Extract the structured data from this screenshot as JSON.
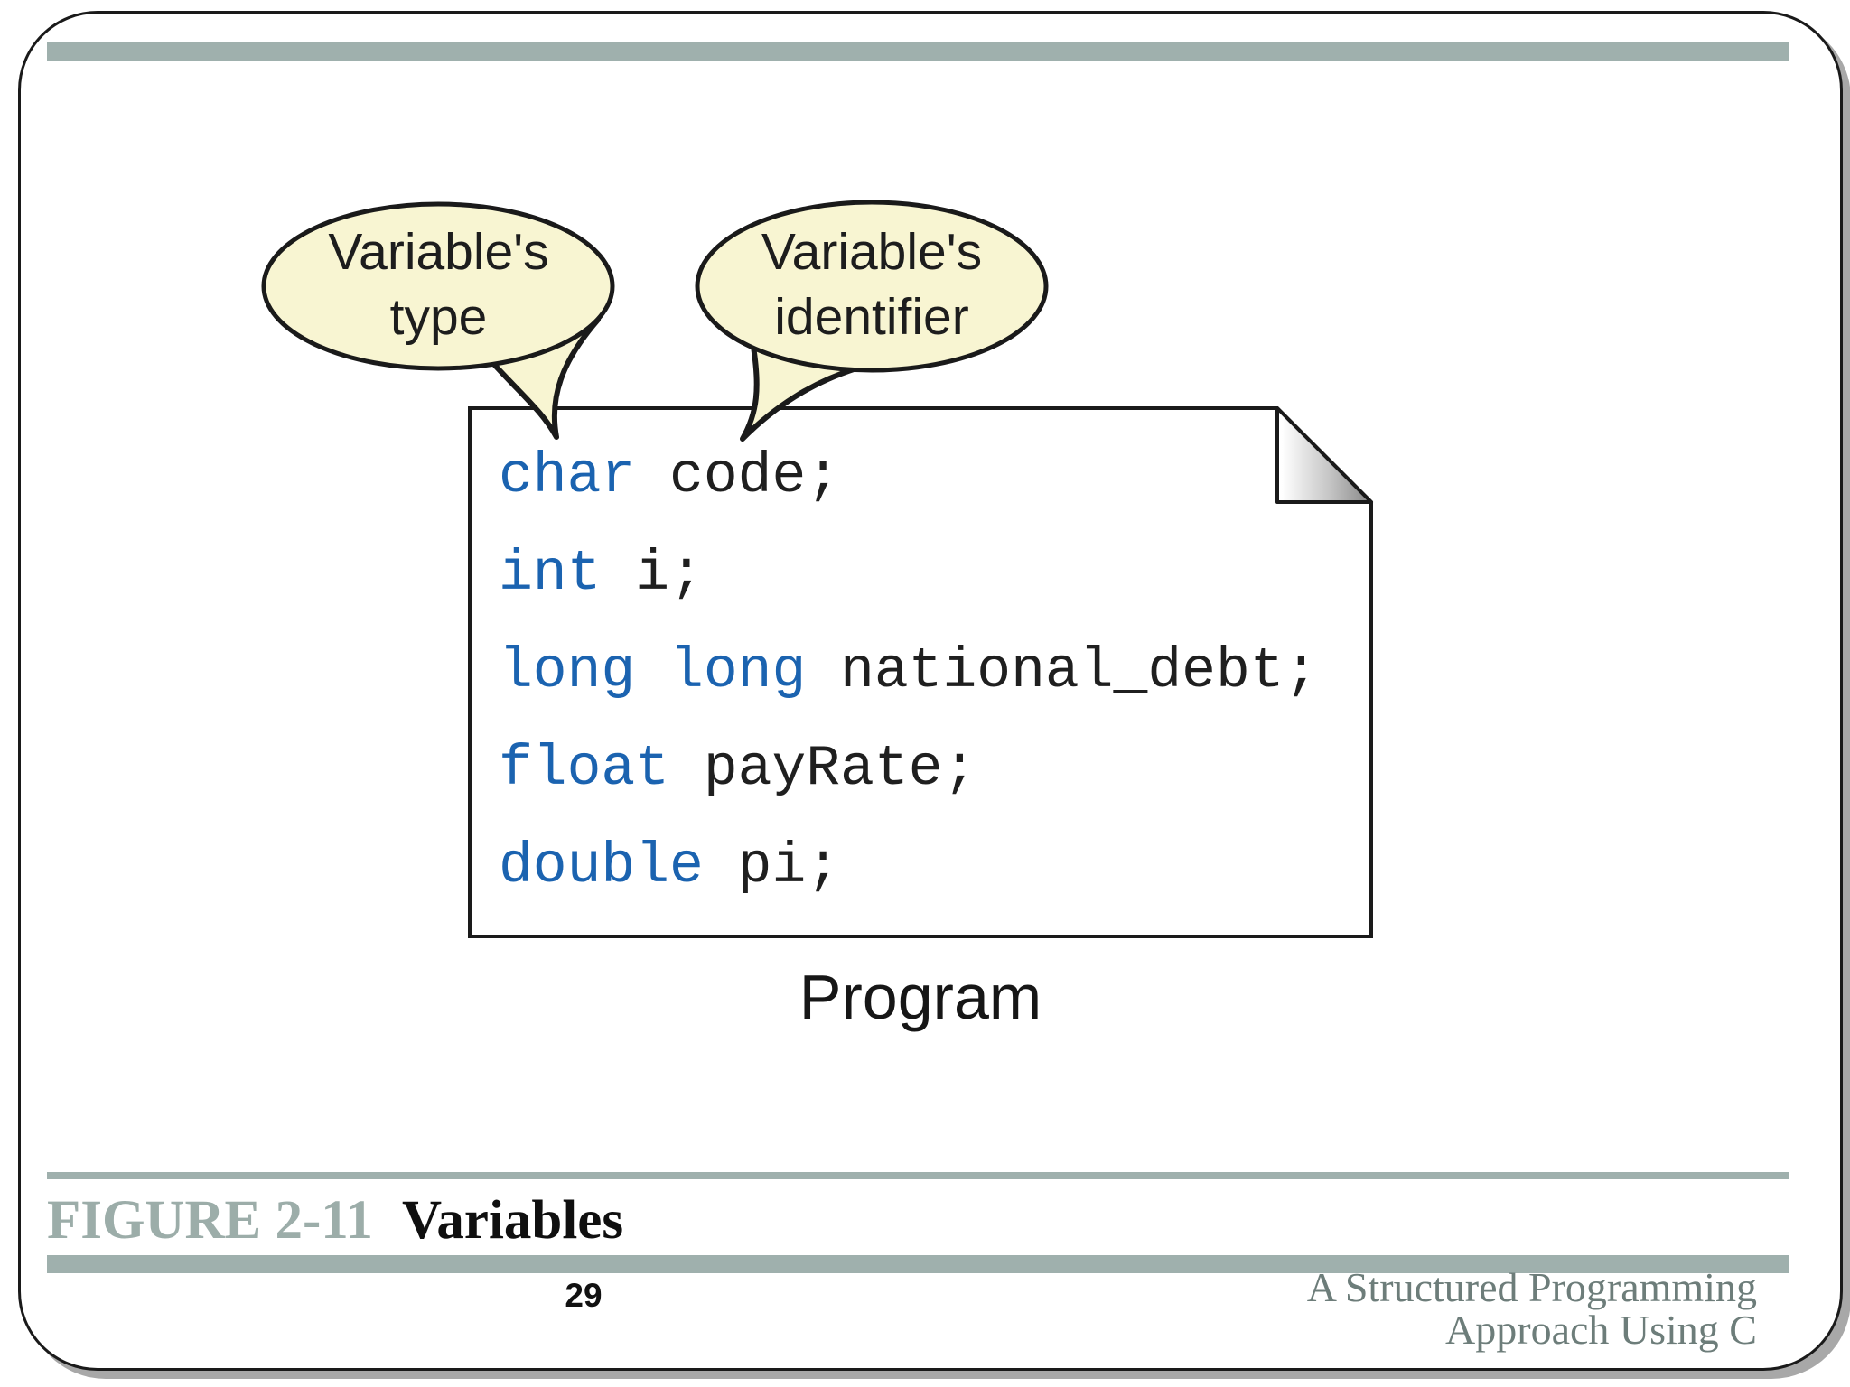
{
  "slide": {
    "bubbles": [
      {
        "line1": "Variable's",
        "line2": "type"
      },
      {
        "line1": "Variable's",
        "line2": "identifier"
      }
    ],
    "code": {
      "lines": [
        {
          "keyword": "char",
          "rest": " code;"
        },
        {
          "keyword": "int",
          "rest": " i;"
        },
        {
          "keyword": "long long",
          "rest": " national_debt;"
        },
        {
          "keyword": "float",
          "rest": " payRate;"
        },
        {
          "keyword": "double",
          "rest": " pi;"
        }
      ],
      "label": "Program"
    },
    "caption": {
      "figure": "FIGURE 2-11",
      "title": "Variables"
    },
    "footer": {
      "page_number": "29",
      "attribution_line1": "A Structured Programming",
      "attribution_line2": "Approach Using C"
    },
    "colors": {
      "accent_bar": "#9fb0ad",
      "bubble_fill": "#f8f5d2",
      "keyword_blue": "#1b63b0",
      "caption_gray": "#9cada9",
      "attribution_gray": "#6d7d7a",
      "outline_black": "#1a1a1a"
    }
  }
}
